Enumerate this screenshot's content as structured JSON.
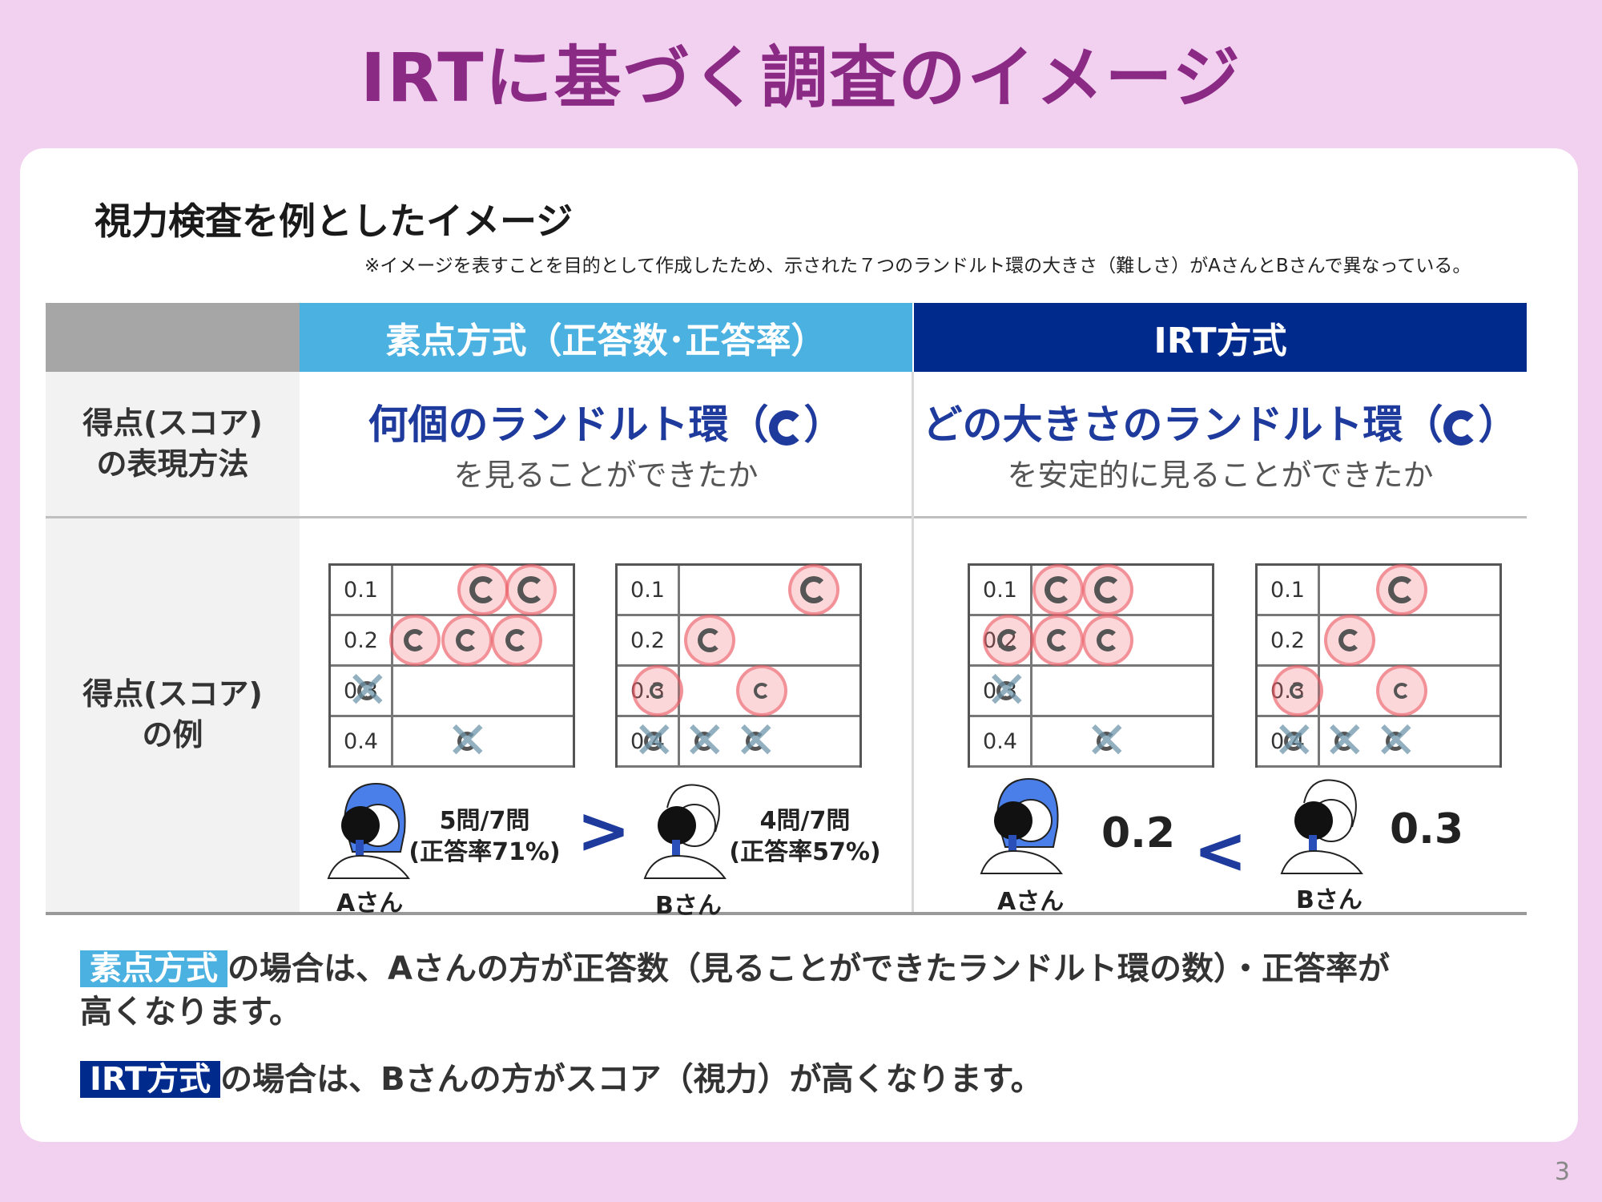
{
  "title": "IRTに基づく調査のイメージ",
  "subtitle": "視力検査を例としたイメージ",
  "note": "※イメージを表すことを目的として作成したため、示された７つのランドルト環の大きさ（難しさ）がAさんとBさんで異なっている。",
  "table": {
    "header_a": "素点方式（正答数･正答率）",
    "header_b": "IRT方式",
    "row1_label": "得点(スコア)\nの表現方法",
    "row2_label": "得点(スコア)\nの例",
    "desc_a_main": "何個のランドルト環（",
    "desc_a_sub": "を見ることができたか",
    "desc_b_main": "どの大きさのランドルト環（",
    "desc_b_sub": "を安定的に見ることができたか",
    "paren_close": "）",
    "grid_labels": [
      "0.1",
      "0.2",
      "0.3",
      "0.4"
    ],
    "a_person_a_score": "5問/7問\n(正答率71%)",
    "a_person_b_score": "4問/7問\n(正答率57%)",
    "a_compare": ">",
    "b_person_a_score": "0.2",
    "b_person_b_score": "0.3",
    "b_compare": "<",
    "person_a": "Aさん",
    "person_b": "Bさん"
  },
  "bottom": {
    "line1_tag": "素点方式",
    "line1_text": "の場合は、Aさんの方が正答数（見ることができたランドルト環の数）・正答率が",
    "line1_text2": "高くなります。",
    "line2_tag": "IRT方式",
    "line2_text": "の場合は、Bさんの方がスコア（視力）が高くなります。"
  },
  "page_number": "3",
  "colors": {
    "accent_title": "#8b2a85",
    "raw_score": "#4bb1e1",
    "irt": "#002b8c",
    "background": "#f2d0ef"
  }
}
